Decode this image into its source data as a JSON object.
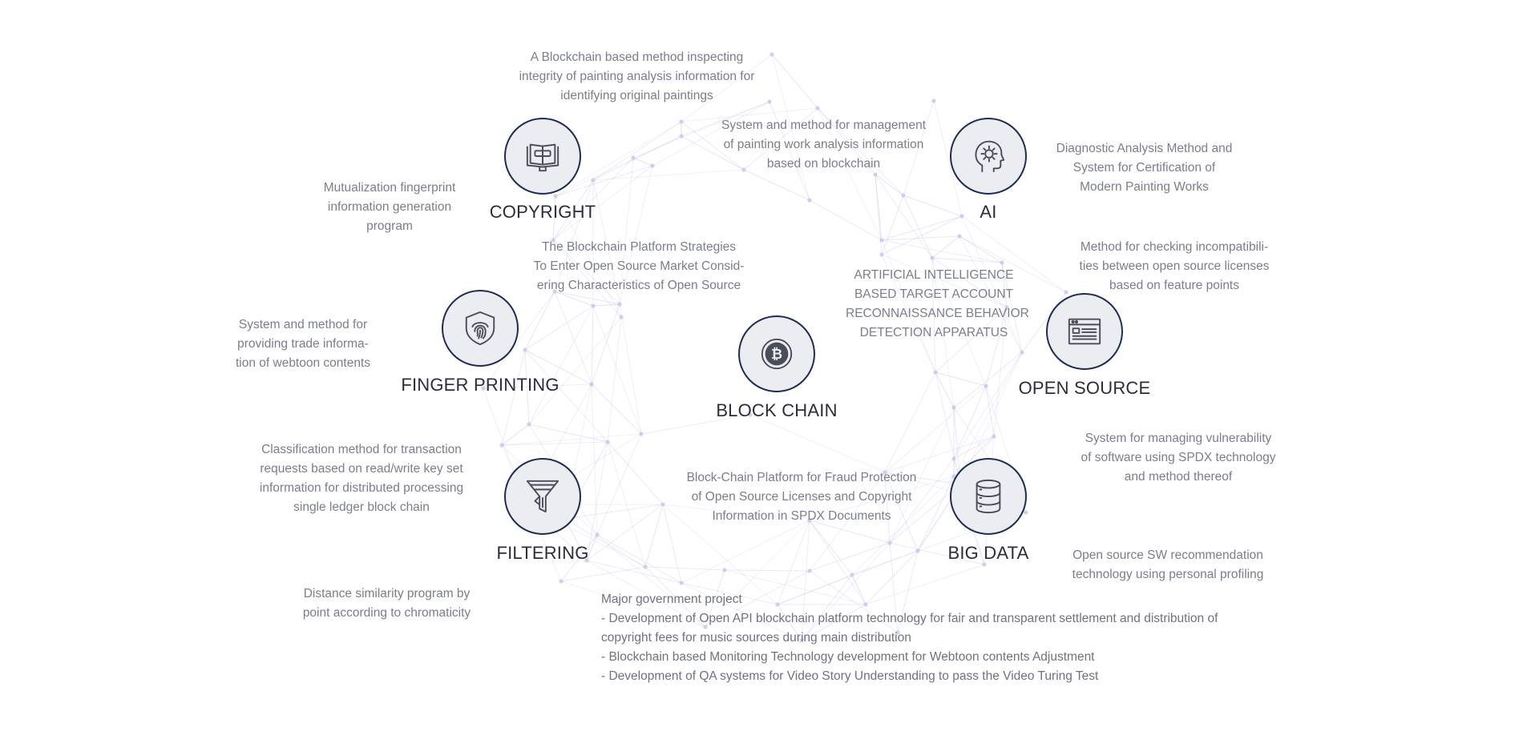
{
  "colors": {
    "node_border": "#1f2d55",
    "node_fill": "#ecedf1",
    "icon": "#4a4d5a",
    "label": "#2b2d3a",
    "text": "#7b7e8c",
    "network": "#c9c8ee"
  },
  "center": {
    "label": "BLOCK CHAIN",
    "icon": "bitcoin-icon"
  },
  "categories": {
    "copyright": {
      "label": "COPYRIGHT",
      "icon": "book-gavel-icon"
    },
    "ai": {
      "label": "AI",
      "icon": "brain-gear-icon"
    },
    "fingerprinting": {
      "label": "FINGER PRINTING",
      "icon": "fingerprint-shield-icon"
    },
    "open_source": {
      "label": "OPEN SOURCE",
      "icon": "browser-window-icon"
    },
    "filtering": {
      "label": "FILTERING",
      "icon": "funnel-icon"
    },
    "big_data": {
      "label": "BIG DATA",
      "icon": "database-icon"
    }
  },
  "patents": {
    "painting_integrity": [
      "A Blockchain based method inspecting",
      "integrity of painting analysis information for",
      "identifying original paintings"
    ],
    "painting_management": [
      "System and method for management",
      "of painting work analysis information",
      "based on blockchain"
    ],
    "diagnostic_analysis": [
      "Diagnostic Analysis Method and",
      "System for Certification of",
      "Modern Painting Works"
    ],
    "mutualization": [
      "Mutualization fingerprint",
      "information generation",
      "program"
    ],
    "open_source_strategies": [
      "The Blockchain Platform Strategies",
      "To Enter Open Source Market Consid-",
      "ering Characteristics of Open Source"
    ],
    "ai_reconnaissance": [
      "ARTIFICIAL INTELLIGENCE",
      "BASED TARGET ACCOUNT",
      "RECONNAISSANCE BEHAVIOR",
      "DETECTION APPARATUS"
    ],
    "license_incompatibility": [
      "Method for checking incompatibili-",
      "ties between open source licenses",
      "based on feature points"
    ],
    "webtoon_trade": [
      "System and method for",
      "providing trade informa-",
      "tion of webtoon contents"
    ],
    "transaction_classification": [
      "Classification method for transaction",
      "requests based on read/write key set",
      "information for distributed processing",
      "single ledger block chain"
    ],
    "spdx_vulnerability": [
      "System for managing vulnerability",
      "of software using SPDX technology",
      "and method thereof"
    ],
    "fraud_protection": [
      "Block-Chain Platform for Fraud Protection",
      "of Open Source Licenses and Copyright",
      "Information in SPDX Documents"
    ],
    "sw_recommendation": [
      "Open source SW recommendation",
      "technology using personal profiling"
    ],
    "distance_similarity": [
      "Distance similarity program by",
      "point according to chromaticity"
    ]
  },
  "government": [
    "Major government project",
    "- Development of Open API blockchain platform technology for fair and transparent settlement and distribution of",
    "copyright fees for music sources during main distribution",
    "- Blockchain based Monitoring Technology development for Webtoon contents Adjustment",
    "- Development of QA systems for Video Story Understanding to pass the Video Turing Test"
  ]
}
